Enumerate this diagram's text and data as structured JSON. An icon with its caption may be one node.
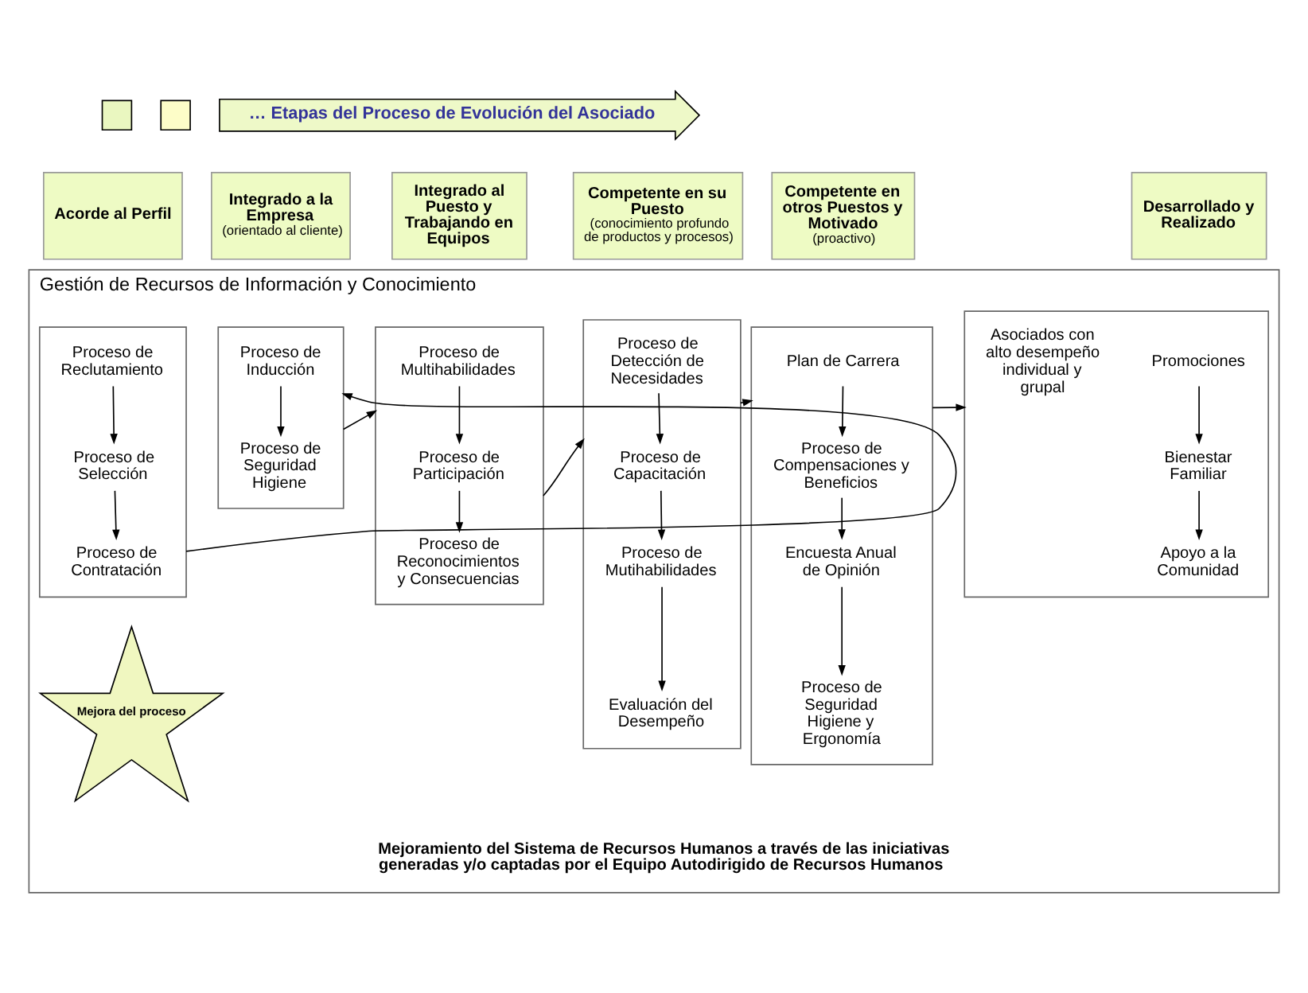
{
  "diagram": {
    "nodes": [
      {
        "text": [],
        "shape": "box"
      },
      {
        "text": [],
        "shape": "box"
      },
      {
        "text": [
          "… Etapas del Proceso de Evolución del Asociado"
        ]
      },
      {
        "text": [
          "Acorde al Perfil"
        ]
      },
      {
        "text": [
          "Integrado a la Empresa",
          "(orientado al cliente)"
        ]
      },
      {
        "text": [
          "Integrado al Puesto y Trabajando en Equipos"
        ]
      },
      {
        "text": [
          "Competente en su Puesto",
          "(conocimiento profundo de productos y procesos)"
        ]
      },
      {
        "text": [
          "Competente en otros Puestos y Motivado",
          "(proactivo)"
        ]
      },
      {
        "text": [
          "Desarrollado y Realizado"
        ]
      },
      {
        "text": [
          "Gestión de Recursos de Información y Conocimiento"
        ]
      },
      {
        "text": [],
        "shape": "box",
        "in": 9
      },
      {
        "text": [
          "Proceso de Reclutamiento"
        ],
        "in": 10
      },
      {
        "text": [
          "Proceso de Selección"
        ],
        "in": 10
      },
      {
        "text": [
          "Proceso de Contratación"
        ],
        "in": 10
      },
      {
        "text": [],
        "shape": "box",
        "in": 9
      },
      {
        "text": [
          "Proceso de Inducción"
        ],
        "in": 14
      },
      {
        "text": [
          "Proceso de Seguridad Higiene"
        ],
        "in": 14
      },
      {
        "text": [],
        "shape": "box",
        "in": 9
      },
      {
        "text": [
          "Proceso de Multihabilidades"
        ],
        "in": 17
      },
      {
        "text": [
          "Proceso de Participación"
        ],
        "in": 17
      },
      {
        "text": [
          "Proceso de Reconocimientos y Consecuencias"
        ],
        "in": 17
      },
      {
        "text": [],
        "shape": "box",
        "in": 9
      },
      {
        "text": [
          "Proceso de Detección de Necesidades"
        ],
        "in": 21
      },
      {
        "text": [
          "Proceso de Capacitación"
        ],
        "in": 21
      },
      {
        "text": [
          "Proceso de Mutihabilidades"
        ],
        "in": 21
      },
      {
        "text": [
          "Evaluación del Desempeño"
        ],
        "in": 21
      },
      {
        "text": [],
        "shape": "box",
        "in": 9
      },
      {
        "text": [
          "Plan de Carrera"
        ],
        "in": 26
      },
      {
        "text": [
          "Proceso de Compensaciones y Beneficios"
        ],
        "in": 26
      },
      {
        "text": [
          "Encuesta Anual de Opinión"
        ],
        "in": 26
      },
      {
        "text": [
          "Proceso de Seguridad Higiene y Ergonomía"
        ],
        "in": 26
      },
      {
        "text": [],
        "shape": "box",
        "in": 9
      },
      {
        "text": [
          "Promociones"
        ],
        "in": 31
      },
      {
        "text": [
          "Bienestar Familiar"
        ],
        "in": 31
      },
      {
        "text": [
          "Apoyo a la Comunidad"
        ],
        "in": 31
      },
      {
        "text": [
          "Asociados con alto desempeño individual y grupal"
        ],
        "in": 31
      },
      {
        "text": [
          "Mejora del proceso"
        ],
        "in": 9
      }
    ],
    "edges": [
      {
        "from": 11,
        "to": 12,
        "arrow": "to"
      },
      {
        "from": 12,
        "to": 13,
        "arrow": "to"
      },
      {
        "from": 10,
        "to": 14,
        "arrow": "to"
      },
      {
        "from": 15,
        "to": 16,
        "arrow": "to"
      },
      {
        "from": 14,
        "to": 17,
        "arrow": "to"
      },
      {
        "from": 18,
        "to": 19,
        "arrow": "to"
      },
      {
        "from": 19,
        "to": 20,
        "arrow": "to"
      },
      {
        "from": 17,
        "to": 21,
        "arrow": "to"
      },
      {
        "from": 22,
        "to": 23,
        "arrow": "to"
      },
      {
        "from": 23,
        "to": 24,
        "arrow": "to"
      },
      {
        "from": 24,
        "to": 25,
        "arrow": "to"
      },
      {
        "from": 21,
        "to": 26,
        "arrow": "to"
      },
      {
        "from": 27,
        "to": 28,
        "arrow": "to"
      },
      {
        "from": 28,
        "to": 29,
        "arrow": "to"
      },
      {
        "from": 29,
        "to": 30,
        "arrow": "to"
      },
      {
        "from": 26,
        "to": 31,
        "arrow": "to"
      },
      {
        "from": 32,
        "to": 33,
        "arrow": "to"
      },
      {
        "from": 33,
        "to": 34,
        "arrow": "to"
      }
    ],
    "labels": [
      "Mejoramiento del Sistema de Recursos Humanos a través de las iniciativas generadas y/o captadas por el Equipo Autodirigido de Recursos Humanos"
    ]
  }
}
